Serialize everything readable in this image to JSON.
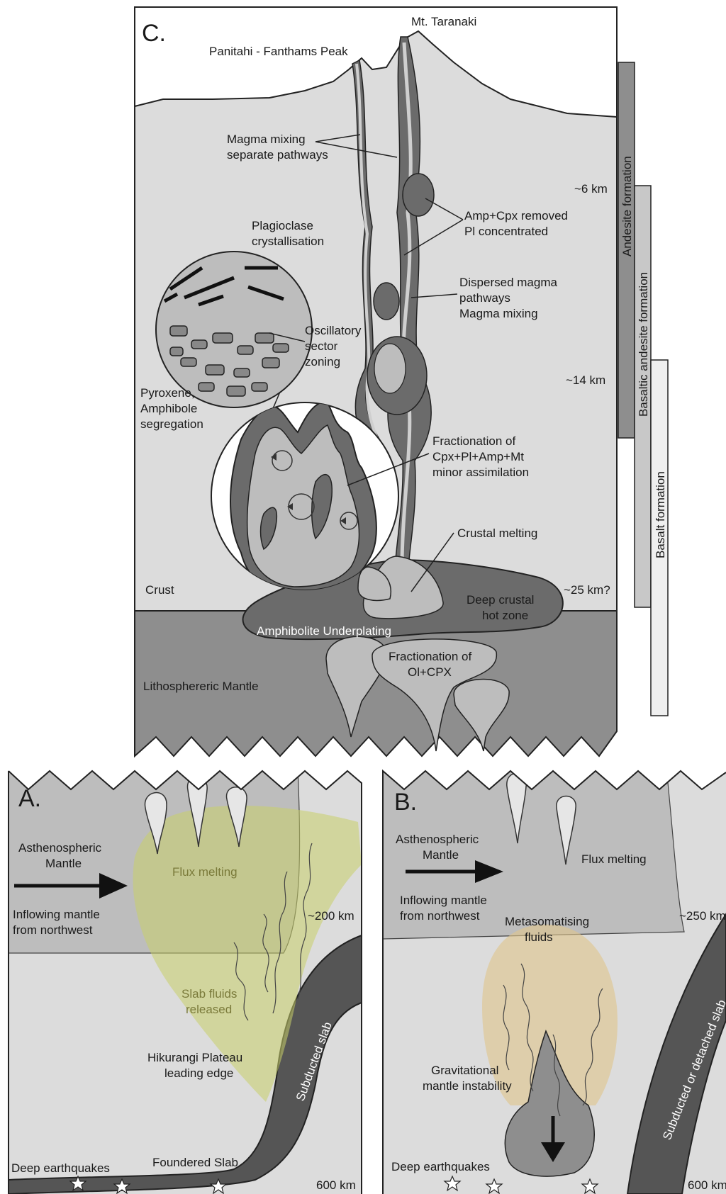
{
  "panel_c": {
    "letter": "C.",
    "peak_main": "Mt. Taranaki",
    "peak_side": "Panitahi - Fanthams Peak",
    "mixing": [
      "Magma mixing",
      "separate pathways"
    ],
    "plag": [
      "Plagioclase",
      "crystallisation"
    ],
    "amp_cpx": [
      "Amp+Cpx removed",
      "Pl concentrated"
    ],
    "dispersed": [
      "Dispersed magma",
      "pathways",
      "Magma mixing"
    ],
    "oscillatory": [
      "Oscillatory",
      "sector",
      "zoning"
    ],
    "pyroxene": [
      "Pyroxene,",
      "Amphibole",
      "segregation"
    ],
    "depth_6": "~6 km",
    "depth_14": "~14 km",
    "depth_25": "~25 km?",
    "fractionation_cpx": [
      "Fractionation of",
      "Cpx+Pl+Amp+Mt",
      "minor assimilation"
    ],
    "crustal_melting": "Crustal melting",
    "crust": "Crust",
    "deep_hot": [
      "Deep crustal",
      "hot zone"
    ],
    "underplating": "Amphibolite Underplating",
    "fractionation_ol": [
      "Fractionation of",
      "Ol+CPX"
    ],
    "mantle": "Lithosphereric Mantle"
  },
  "formations": {
    "andesite": "Andesite formation",
    "basaltic_andesite": "Basaltic andesite formation",
    "basalt": "Basalt formation"
  },
  "panel_a": {
    "letter": "A.",
    "astheno": [
      "Asthenospheric",
      "Mantle"
    ],
    "flux": "Flux melting",
    "inflow": [
      "Inflowing mantle",
      "from northwest"
    ],
    "depth_200": "~200 km",
    "slab_fluids": [
      "Slab fluids",
      "released"
    ],
    "hikurangi": [
      "Hikurangi Plateau",
      "leading edge"
    ],
    "subducted": "Subducted slab",
    "deep_eq": "Deep earthquakes",
    "foundered": "Foundered Slab",
    "depth_600": "600 km"
  },
  "panel_b": {
    "letter": "B.",
    "astheno": [
      "Asthenospheric",
      "Mantle"
    ],
    "flux": "Flux melting",
    "inflow": [
      "Inflowing mantle",
      "from northwest"
    ],
    "metasom": [
      "Metasomatising",
      "fluids"
    ],
    "depth_250": "~250 km",
    "grav": [
      "Gravitational",
      "mantle instability"
    ],
    "subducted": "Subducted or detached slab",
    "deep_eq": "Deep earthquakes",
    "depth_600": "600 km"
  }
}
